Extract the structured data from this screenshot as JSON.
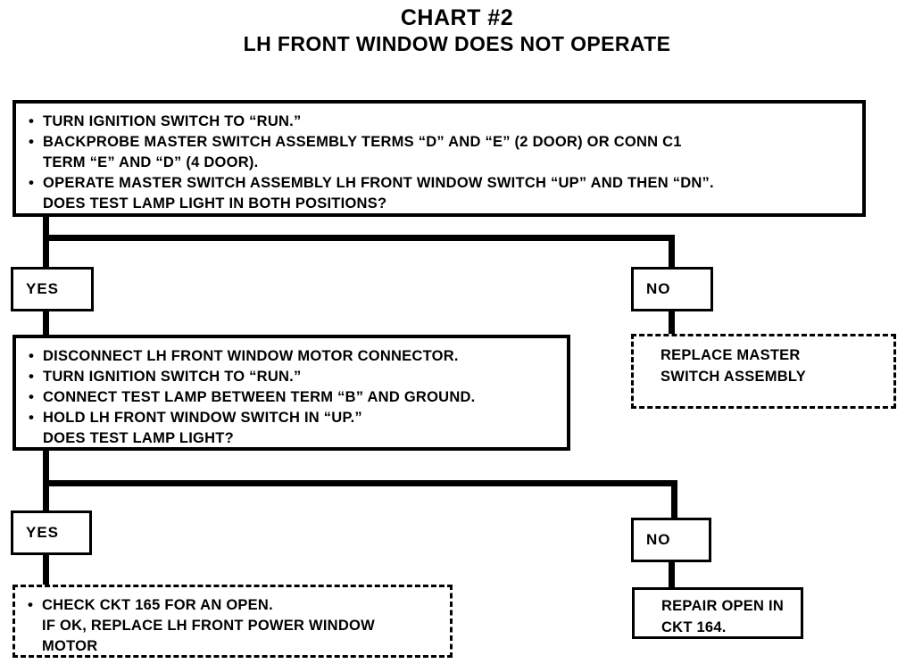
{
  "title": {
    "main": "CHART #2",
    "sub": "LH FRONT WINDOW DOES NOT OPERATE"
  },
  "nodes": {
    "step1": {
      "type": "test-box",
      "lines": [
        {
          "bullet": true,
          "text": "TURN IGNITION SWITCH TO “RUN.”"
        },
        {
          "bullet": true,
          "text": "BACKPROBE MASTER SWITCH ASSEMBLY TERMS “D” AND “E” (2 DOOR) OR CONN C1"
        },
        {
          "bullet": false,
          "text": "TERM “E” AND “D” (4 DOOR)."
        },
        {
          "bullet": true,
          "text": "OPERATE MASTER SWITCH ASSEMBLY LH FRONT WINDOW SWITCH “UP” AND THEN “DN”."
        },
        {
          "bullet": false,
          "text": "DOES TEST LAMP LIGHT IN BOTH POSITIONS?"
        }
      ]
    },
    "yes1": {
      "type": "branch-label",
      "label": "YES"
    },
    "no1": {
      "type": "branch-label",
      "label": "NO"
    },
    "replace_master": {
      "type": "action-box-dashed",
      "lines": [
        {
          "bullet": false,
          "text": "REPLACE MASTER"
        },
        {
          "bullet": false,
          "text": "SWITCH ASSEMBLY"
        }
      ]
    },
    "step2": {
      "type": "test-box",
      "lines": [
        {
          "bullet": true,
          "text": "DISCONNECT LH FRONT WINDOW MOTOR CONNECTOR."
        },
        {
          "bullet": true,
          "text": "TURN IGNITION SWITCH TO “RUN.”"
        },
        {
          "bullet": true,
          "text": "CONNECT TEST LAMP BETWEEN TERM “B” AND GROUND."
        },
        {
          "bullet": true,
          "text": "HOLD LH FRONT WINDOW SWITCH IN “UP.”"
        },
        {
          "bullet": false,
          "text": "DOES TEST LAMP LIGHT?"
        }
      ]
    },
    "yes2": {
      "type": "branch-label",
      "label": "YES"
    },
    "no2": {
      "type": "branch-label",
      "label": "NO"
    },
    "check_ckt165": {
      "type": "action-box-dashed",
      "lines": [
        {
          "bullet": true,
          "text": "CHECK CKT 165 FOR AN OPEN."
        },
        {
          "bullet": false,
          "text": "IF OK, REPLACE LH FRONT POWER WINDOW"
        },
        {
          "bullet": false,
          "text": "MOTOR"
        }
      ]
    },
    "repair_ckt164": {
      "type": "action-box-solid",
      "lines": [
        {
          "bullet": false,
          "text": "REPAIR OPEN IN"
        },
        {
          "bullet": false,
          "text": "CKT 164."
        }
      ]
    }
  },
  "colors": {
    "ink": "#000000",
    "paper": "#ffffff"
  }
}
